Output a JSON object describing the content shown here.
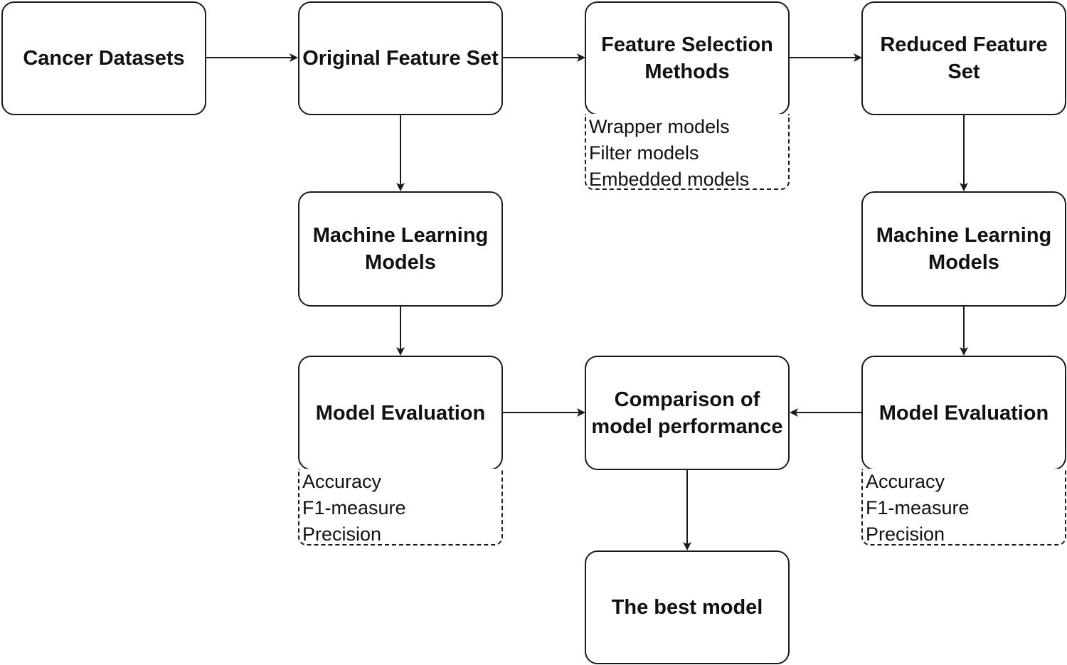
{
  "nodes": {
    "cancer_datasets": "Cancer Datasets",
    "original_feature_set": "Original Feature Set",
    "feature_selection_methods": "Feature Selection\nMethods",
    "reduced_feature_set": "Reduced Feature\nSet",
    "ml_models_left": "Machine Learning\nModels",
    "ml_models_right": "Machine Learning\nModels",
    "model_eval_left": "Model Evaluation",
    "model_eval_right": "Model Evaluation",
    "comparison": "Comparison of\nmodel performance",
    "best_model": "The best model"
  },
  "notes": {
    "feature_selection": [
      "Wrapper models",
      "Filter models",
      "Embedded models"
    ],
    "metrics_left": [
      "Accuracy",
      "F1-measure",
      "Precision"
    ],
    "metrics_right": [
      "Accuracy",
      "F1-measure",
      "Precision"
    ]
  }
}
